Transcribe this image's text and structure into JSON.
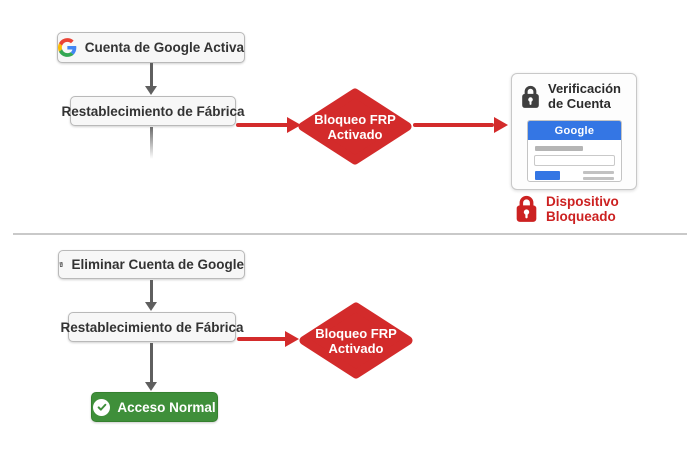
{
  "colors": {
    "flow_red": "#d32b2b",
    "locked_red": "#cc2121",
    "success_green": "#3f8f3a",
    "google_blue": "#3476e4",
    "node_bg": "#f7f7f7",
    "node_border": "#b9b9b9",
    "text_dark": "#333333",
    "arrow_gray": "#5f5f5f"
  },
  "top_flow": {
    "account_box": "Cuenta de Google Activa",
    "reset_box": "Restablecimiento de Fábrica",
    "frp_diamond_line1": "Bloqueo FRP",
    "frp_diamond_line2": "Activado",
    "verification_title_line1": "Verificación",
    "verification_title_line2": "de Cuenta",
    "google_logo_text": "Google",
    "locked_label_line1": "Dispositivo",
    "locked_label_line2": "Bloqueado"
  },
  "bottom_flow": {
    "delete_box": "Eliminar Cuenta de Google",
    "reset_box": "Restablecimiento de Fábrica",
    "frp_diamond_line1": "Bloqueo FRP",
    "frp_diamond_line2": "Activado",
    "success_button": "Acceso Normal"
  }
}
